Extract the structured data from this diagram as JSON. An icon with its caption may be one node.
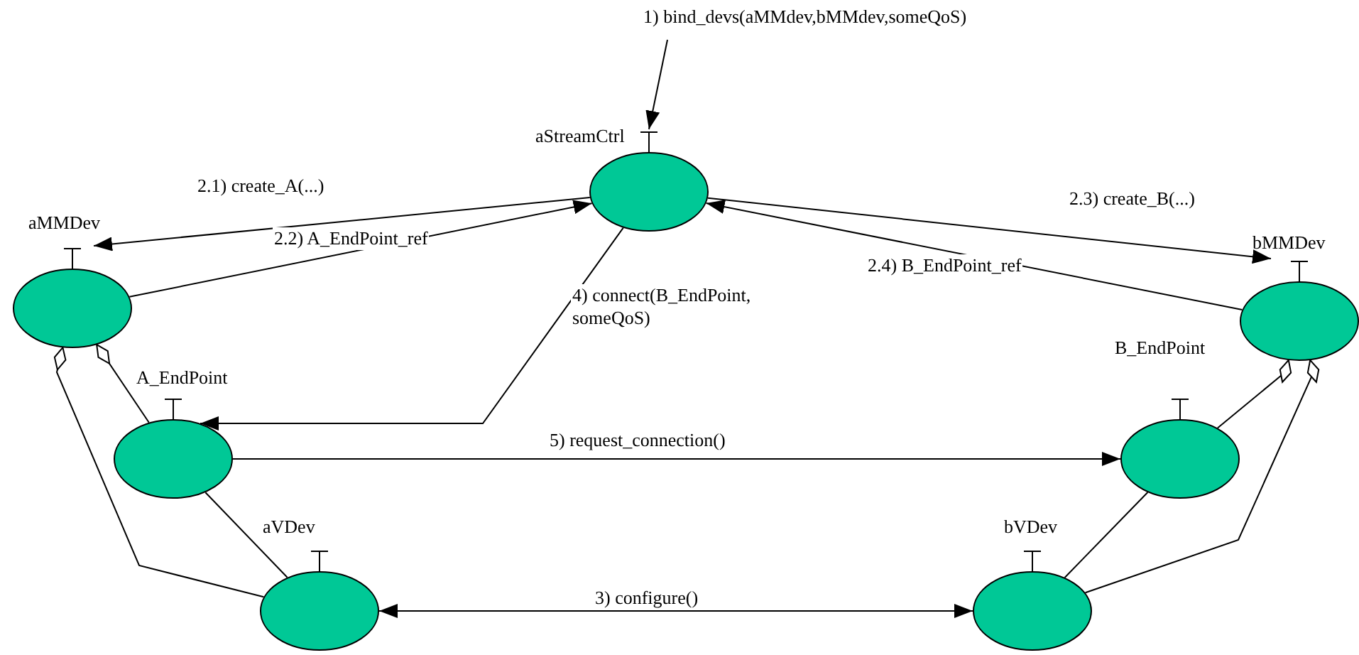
{
  "diagram": {
    "nodes": [
      {
        "text": [],
        "shape": "ellipse",
        "beside": [
          "aStreamCtrl"
        ]
      },
      {
        "text": [],
        "shape": "ellipse",
        "beside": [
          "aMMDev"
        ]
      },
      {
        "text": [],
        "shape": "ellipse",
        "beside": [
          "bMMDev"
        ]
      },
      {
        "text": [],
        "shape": "ellipse",
        "beside": [
          "A_EndPoint"
        ]
      },
      {
        "text": [],
        "shape": "ellipse",
        "beside": [
          "B_EndPoint"
        ]
      },
      {
        "text": [],
        "shape": "ellipse",
        "beside": [
          "aVDev"
        ]
      },
      {
        "text": [],
        "shape": "ellipse",
        "beside": [
          "bVDev"
        ]
      }
    ],
    "edges": [
      {
        "from": null,
        "to": 0,
        "arrow": "to",
        "label": "1) bind_devs(aMMdev,bMMdev,someQoS)"
      },
      {
        "from": 0,
        "to": 1,
        "arrow": "to",
        "label": "2.1) create_A(...)"
      },
      {
        "from": 1,
        "to": 0,
        "arrow": "to",
        "label": "2.2) A_EndPoint_ref"
      },
      {
        "from": 0,
        "to": 2,
        "arrow": "to",
        "label": "2.3) create_B(...)"
      },
      {
        "from": 2,
        "to": 0,
        "arrow": "to",
        "label": "2.4) B_EndPoint_ref"
      },
      {
        "from": 0,
        "to": 3,
        "arrow": "to",
        "label": "4) connect(B_EndPoint, someQoS)"
      },
      {
        "from": 3,
        "to": 4,
        "arrow": "to",
        "label": "5) request_connection()"
      },
      {
        "from": 5,
        "to": 6,
        "arrow": "both",
        "label": "3) configure()"
      },
      {
        "from": 1,
        "to": 3,
        "arrow": "other"
      },
      {
        "from": 1,
        "to": 5,
        "arrow": "other"
      },
      {
        "from": 2,
        "to": 4,
        "arrow": "other"
      },
      {
        "from": 2,
        "to": 6,
        "arrow": "other"
      },
      {
        "from": 3,
        "to": 5,
        "arrow": "none"
      },
      {
        "from": 4,
        "to": 6,
        "arrow": "none"
      }
    ]
  }
}
